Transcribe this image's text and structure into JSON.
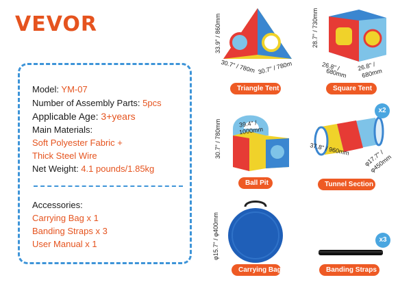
{
  "brand": "VEVOR",
  "specs": {
    "model_key": "Model: ",
    "model_val": "YM-07",
    "parts_key": "Number of Assembly Parts: ",
    "parts_val": "5pcs",
    "age_key": "Applicable Age: ",
    "age_val": "3+years",
    "materials_key": "Main Materials:",
    "material_1": "Soft Polyester Fabric +",
    "material_2": "Thick Steel Wire",
    "weight_key": "Net Weight: ",
    "weight_val": "4.1 pounds/1.85kg"
  },
  "accessories": {
    "title": "Accessories:",
    "items": [
      "Carrying Bag x 1",
      "Banding Straps x  3",
      "User Manual x 1"
    ]
  },
  "products": {
    "triangle": {
      "label": "Triangle Tent",
      "height": "33.9\" / 860mm",
      "w1": "30.7\" / 780m",
      "w2": "30.7\" / 780m"
    },
    "square": {
      "label": "Square Tent",
      "height": "28.7\" / 730mm",
      "w1": "26.8\" /",
      "w1b": "680mm",
      "w2": "26.8\" /",
      "w2b": "680mm"
    },
    "ballpit": {
      "label": "Ball Pit",
      "height": "30.7\" / 780mm",
      "diag1": "39.4\" /",
      "diag2": "1000mm"
    },
    "tunnel": {
      "label": "Tunnel Section",
      "badge": "x2",
      "length": "37.8\" / 960mm",
      "dia1": "φ17.7\" /",
      "dia2": "φ450mm"
    },
    "bag": {
      "label": "Carrying Bag",
      "height": "φ15.7\" / φ400mm"
    },
    "straps": {
      "label": "Banding Straps",
      "badge": "x3"
    }
  },
  "colors": {
    "brand": "#e5531e",
    "pill": "#ee5a24",
    "border": "#3d94d8",
    "badge": "#4aa6e0"
  }
}
